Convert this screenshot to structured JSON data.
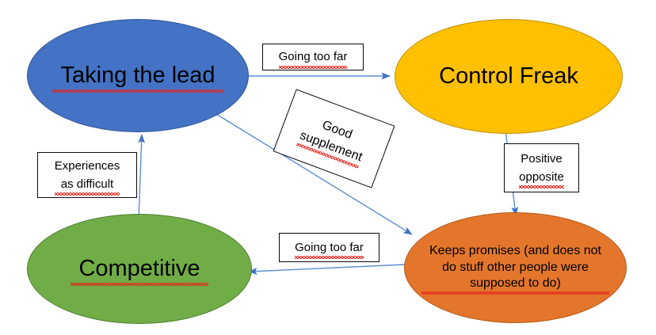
{
  "diagram": {
    "type": "cycle-relationship-diagram",
    "background_color": "#FFFFFF",
    "nodes": [
      {
        "id": "taking-the-lead",
        "label": "Taking the lead",
        "color": "#4472C4",
        "shape": "ellipse",
        "spellcheck_underline": true
      },
      {
        "id": "control-freak",
        "label": "Control Freak",
        "color": "#FFC000",
        "shape": "ellipse",
        "spellcheck_underline": false
      },
      {
        "id": "competitive",
        "label": "Competitive",
        "color": "#70AD47",
        "shape": "ellipse",
        "spellcheck_underline": true
      },
      {
        "id": "keeps-promises",
        "label": "Keeps promises (and does not\ndo stuff other people were\nsupposed to do)",
        "color": "#E3762B",
        "shape": "ellipse",
        "spellcheck_underline": true
      }
    ],
    "edge_labels": [
      {
        "id": "going-too-far-top",
        "text": "Going too far",
        "from": "taking-the-lead",
        "to": "control-freak"
      },
      {
        "id": "good-supplement",
        "text": "Good\nsupplement",
        "from": "taking-the-lead",
        "to": "keeps-promises",
        "rotated": true
      },
      {
        "id": "positive-opposite",
        "text": "Positive\nopposite",
        "from": "control-freak",
        "to": "keeps-promises"
      },
      {
        "id": "going-too-far-bottom",
        "text": "Going too far",
        "from": "keeps-promises",
        "to": "competitive"
      },
      {
        "id": "experiences-as-difficult",
        "text": "Experiences\nas difficult",
        "from": "competitive",
        "to": "taking-the-lead"
      }
    ],
    "arrow_color": "#4472C4"
  }
}
